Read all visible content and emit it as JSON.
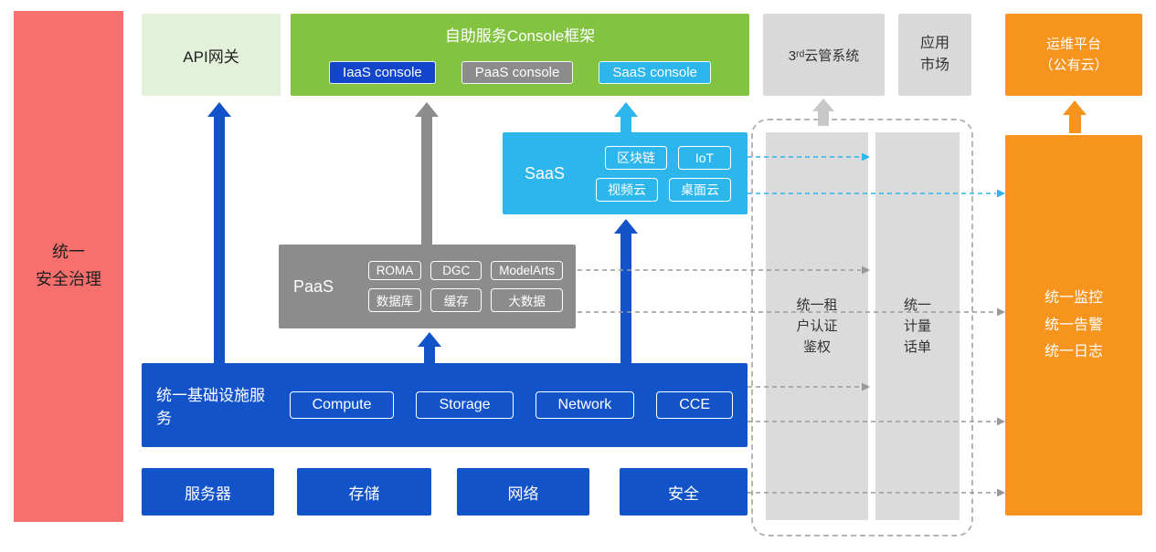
{
  "colors": {
    "red": "#F8706E",
    "light_green": "#E3F1DB",
    "green": "#82C341",
    "blue": "#1353C9",
    "dark_blue_chip": "#1245CC",
    "gray": "#8C8C8C",
    "light_gray": "#D9D9D9",
    "cyan": "#2DB6EC",
    "orange": "#F7941E"
  },
  "left_bar": {
    "label": "统一\n安全治理"
  },
  "top_row": {
    "api_gateway": "API网关",
    "console": {
      "title": "自助服务Console框架",
      "chips": [
        "IaaS console",
        "PaaS console",
        "SaaS console"
      ]
    },
    "third_cloud": "3ʳᵈ云管系统",
    "app_market": "应用\n市场",
    "om_platform": "运维平台\n（公有云）"
  },
  "saas": {
    "label": "SaaS",
    "chips": [
      "区块链",
      "IoT",
      "视频云",
      "桌面云"
    ]
  },
  "paas": {
    "label": "PaaS",
    "chips": [
      "ROMA",
      "DGC",
      "ModelArts",
      "数据库",
      "缓存",
      "大数据"
    ]
  },
  "infra": {
    "label": "统一基础设施服务",
    "chips": [
      "Compute",
      "Storage",
      "Network",
      "CCE"
    ]
  },
  "bottom_row": [
    "服务器",
    "存储",
    "网络",
    "安全"
  ],
  "middle": {
    "auth": "统一租\n户认证\n鉴权",
    "billing": "统一\n计量\n话单"
  },
  "right_panel": {
    "label": "统一监控\n统一告警\n统一日志"
  }
}
